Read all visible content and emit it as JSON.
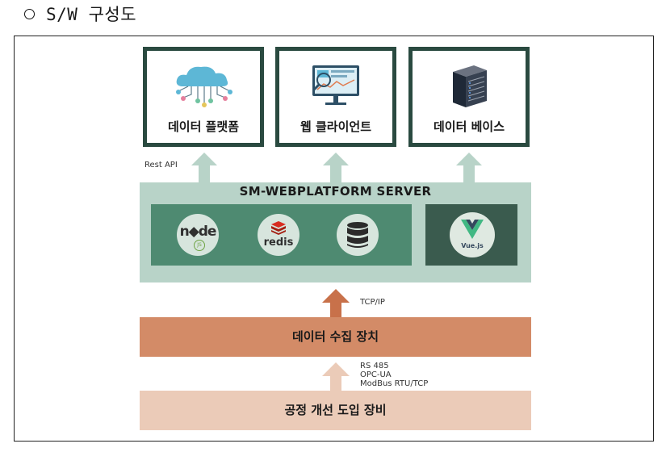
{
  "heading": "S/W 구성도",
  "top_boxes": [
    {
      "label": "데이터 플랫폼",
      "icon": "cloud-network-icon"
    },
    {
      "label": "웹 클라이언트",
      "icon": "dashboard-screen-icon"
    },
    {
      "label": "데이터 베이스",
      "icon": "server-rack-icon"
    }
  ],
  "rest_api_label": "Rest API",
  "server": {
    "title": "SM-WEBPLATFORM SERVER",
    "components": [
      {
        "name": "node",
        "icon": "nodejs-icon",
        "badge": "JS"
      },
      {
        "name": "redis",
        "icon": "redis-icon"
      },
      {
        "name": "database",
        "icon": "database-icon"
      }
    ],
    "vue_label": "Vue.js"
  },
  "tcp_label": "TCP/IP",
  "collector_label": "데이터 수집 장치",
  "protocols": [
    "RS 485",
    "OPC-UA",
    "ModBus RTU/TCP"
  ],
  "equipment_label": "공정 개선 도입 장비",
  "colors": {
    "box_border": "#2a4a40",
    "arrow_light": "#b8d3c8",
    "server_bg": "#b8d3c8",
    "stack_bg": "#4e8a71",
    "vue_bg": "#3a5b4e",
    "collector_bg": "#d38b67",
    "equipment_bg": "#ebcbb8",
    "arrow_orange": "#c8714a",
    "arrow_peach": "#ebcbb8"
  }
}
